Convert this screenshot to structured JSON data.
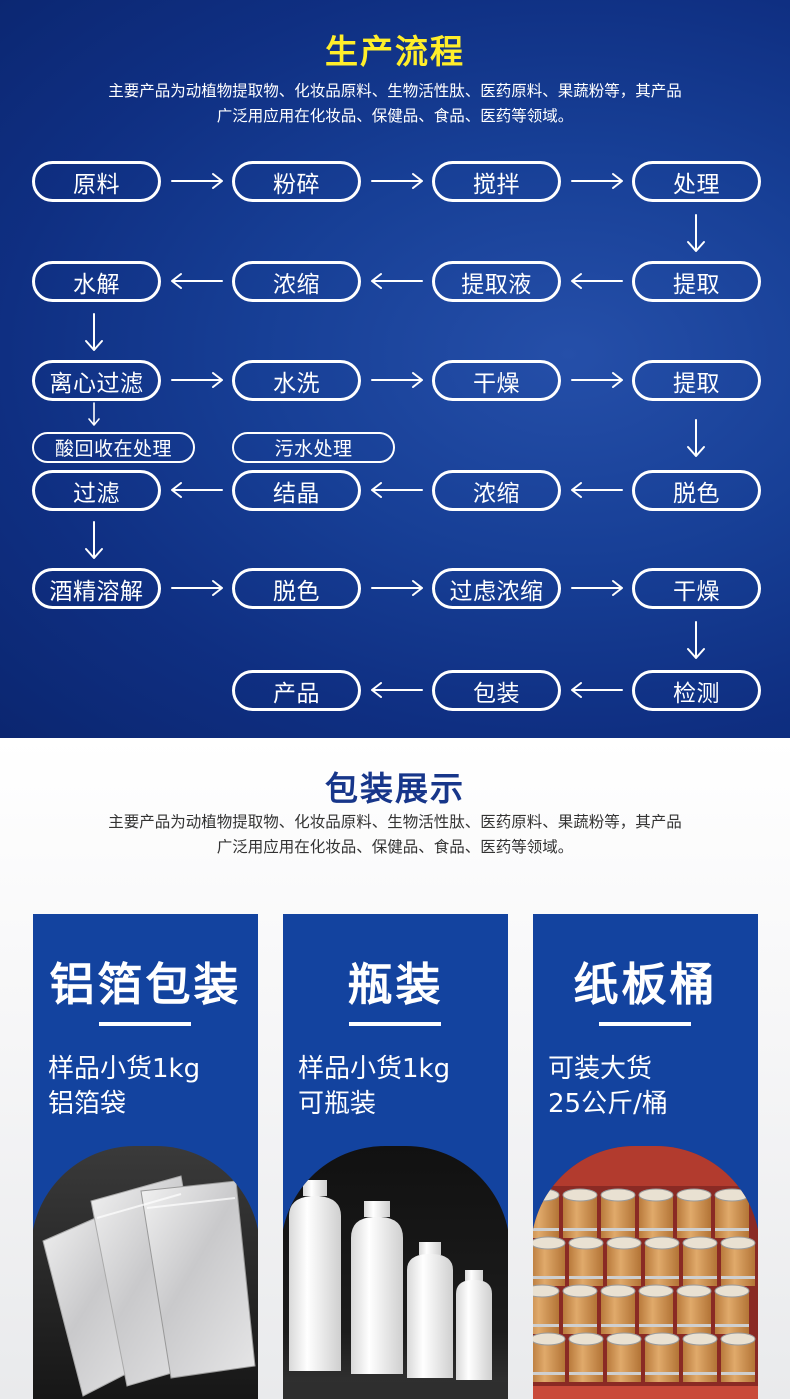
{
  "process": {
    "title": "生产流程",
    "desc_line1": "主要产品为动植物提取物、化妆品原料、生物活性肽、医药原料、果蔬粉等，其产品",
    "desc_line2": "广泛用应用在化妆品、保健品、食品、医药等领域。",
    "steps": [
      "原料",
      "粉碎",
      "搅拌",
      "处理",
      "提取",
      "提取液",
      "浓缩",
      "水解",
      "离心过滤",
      "水洗",
      "干燥",
      "提取",
      "脱色",
      "浓缩",
      "结晶",
      "过滤",
      "酒精溶解",
      "脱色",
      "过虑浓缩",
      "干燥",
      "检测",
      "包装",
      "产品"
    ],
    "side_notes": [
      "酸回收在处理",
      "污水处理"
    ]
  },
  "packaging": {
    "title": "包装展示",
    "desc_line1": "主要产品为动植物提取物、化妆品原料、生物活性肽、医药原料、果蔬粉等，其产品",
    "desc_line2": "广泛用应用在化妆品、保健品、食品、医药等领域。",
    "cards": [
      {
        "title": "铝箔包装",
        "line1": "样品小货1kg",
        "line2": "铝箔袋",
        "photo": "aluminum-foil-bags"
      },
      {
        "title": "瓶装",
        "line1": "样品小货1kg",
        "line2": "可瓶装",
        "photo": "white-plastic-bottles"
      },
      {
        "title": "纸板桶",
        "line1": "可装大货",
        "line2": "25公斤/桶",
        "photo": "fiber-drums"
      }
    ]
  },
  "colors": {
    "process_bg": "#173f96",
    "process_title": "#ffee2a",
    "pack_title": "#17368a",
    "card_bg": "#13439f"
  }
}
